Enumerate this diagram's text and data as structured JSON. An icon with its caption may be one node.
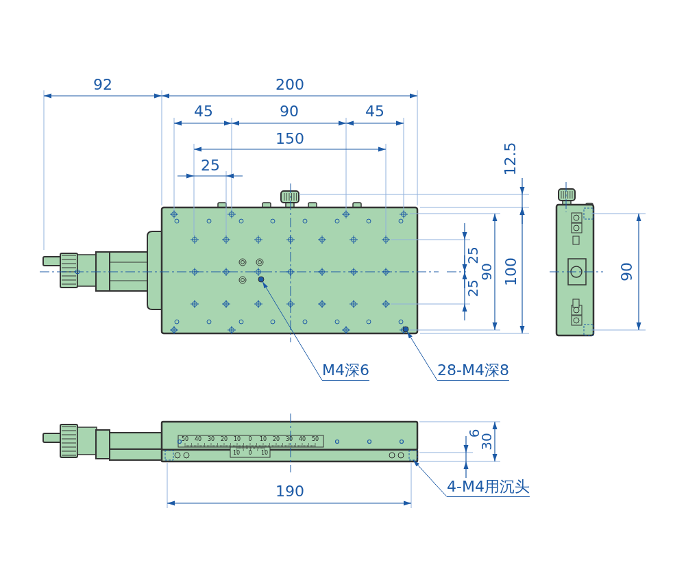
{
  "diagram": {
    "nodes": [
      {
        "text": [
          "M4深6"
        ]
      },
      {
        "text": [],
        "shape": "circle"
      },
      {
        "text": [
          "28-M4深8"
        ]
      },
      {
        "text": [],
        "shape": "circle"
      },
      {
        "text": [
          "4-M4用沉头"
        ]
      },
      {
        "text": [],
        "shape": "box"
      }
    ],
    "edges": [
      {
        "from": 0,
        "to": 1,
        "arrow": "to"
      },
      {
        "from": 2,
        "to": 3,
        "arrow": "to"
      },
      {
        "from": 4,
        "to": 5,
        "arrow": "to"
      }
    ],
    "labels": [
      "92",
      "200",
      "45",
      "90",
      "45",
      "150",
      "25",
      "12.5",
      "25",
      "90",
      "25",
      "100",
      "90",
      "50",
      "40",
      "30",
      "20",
      "10",
      "0",
      "10",
      "20",
      "30",
      "40",
      "50",
      "10",
      "0",
      "10",
      "6",
      "30",
      "190"
    ]
  }
}
